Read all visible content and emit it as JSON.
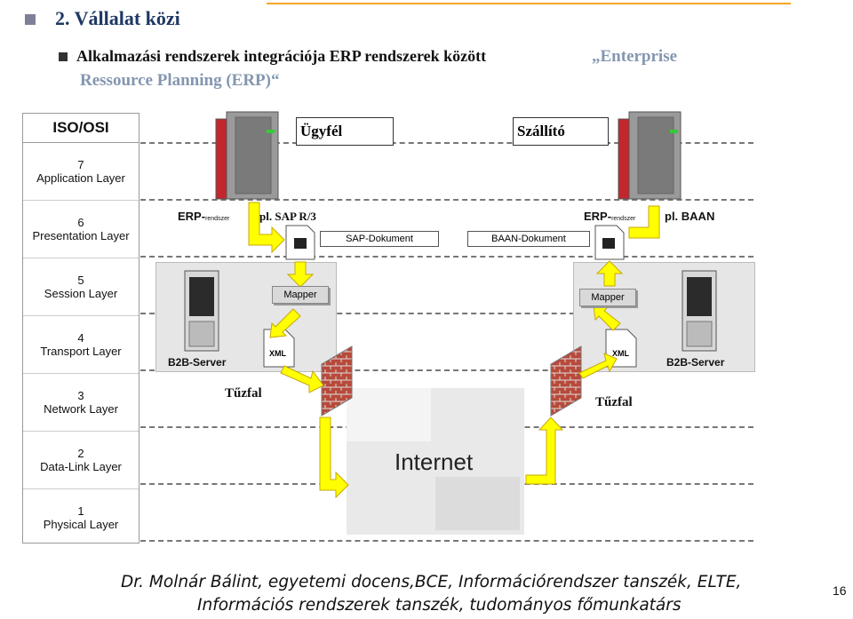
{
  "header": {
    "title": "2. Vállalat közi",
    "subtitle_line1": "Alkalmazási rendszerek integrációja ERP rendszerek között",
    "subtitle_quote": "„Enterprise",
    "subtitle_line2": "Ressource Planning (ERP)“"
  },
  "osi": {
    "heading": "ISO/OSI",
    "layers": [
      {
        "num": "7",
        "name": "Application Layer"
      },
      {
        "num": "6",
        "name": "Presentation Layer"
      },
      {
        "num": "5",
        "name": "Session Layer"
      },
      {
        "num": "4",
        "name": "Transport Layer"
      },
      {
        "num": "3",
        "name": "Network Layer"
      },
      {
        "num": "2",
        "name": "Data-Link Layer"
      },
      {
        "num": "1",
        "name": "Physical Layer"
      }
    ]
  },
  "left": {
    "party": "Ügyfél",
    "erp_prefix": "ERP-",
    "erp_small": "rendszer",
    "erp_example": "pl. SAP R/3",
    "document": "SAP-Dokument",
    "mapper": "Mapper",
    "xml": "XML",
    "server": "B2B-Server",
    "firewall": "Tűzfal"
  },
  "right": {
    "party": "Szállító",
    "erp_prefix": "ERP-",
    "erp_small": "rendszer",
    "erp_example": "pl. BAAN",
    "document": "BAAN-Dokument",
    "mapper": "Mapper",
    "xml": "XML",
    "server": "B2B-Server",
    "firewall": "Tűzfal"
  },
  "internet": "Internet",
  "footer": {
    "line1": "Dr. Molnár Bálint, egyetemi docens,BCE, Információrendszer tanszék, ELTE,",
    "line2": "Információs rendszerek tanszék, tudományos főmunkatárs",
    "page": "16"
  },
  "colors": {
    "arrow": "#ffff00",
    "arrow_stroke": "#c8a800",
    "firewall": "#b84a3a",
    "mainframe": "#c1272d",
    "title": "#1f3864",
    "subtitle_gray": "#8496b0"
  }
}
